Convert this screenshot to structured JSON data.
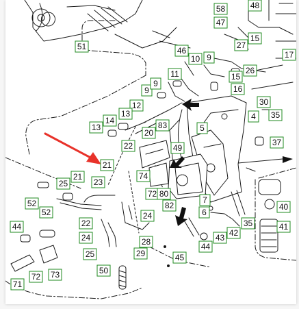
{
  "colors": {
    "label_border": "#1f8a1f",
    "label_fill": "#ffffff",
    "label_text": "#111111",
    "pointer_arrow": "#e8322a",
    "line_art": "#1a1a1a"
  },
  "labels": [
    {
      "text": "58"
    },
    {
      "text": "48"
    },
    {
      "text": "47"
    },
    {
      "text": "51"
    },
    {
      "text": "15"
    },
    {
      "text": "27"
    },
    {
      "text": "46"
    },
    {
      "text": "17"
    },
    {
      "text": "10"
    },
    {
      "text": "9"
    },
    {
      "text": "15"
    },
    {
      "text": "26"
    },
    {
      "text": "11"
    },
    {
      "text": "16"
    },
    {
      "text": "9"
    },
    {
      "text": "9"
    },
    {
      "text": "12"
    },
    {
      "text": "30"
    },
    {
      "text": "13"
    },
    {
      "text": "14"
    },
    {
      "text": "35"
    },
    {
      "text": "4"
    },
    {
      "text": "83"
    },
    {
      "text": "13"
    },
    {
      "text": "20"
    },
    {
      "text": "5"
    },
    {
      "text": "22"
    },
    {
      "text": "37"
    },
    {
      "text": "49"
    },
    {
      "text": "21"
    },
    {
      "text": "74"
    },
    {
      "text": "25"
    },
    {
      "text": "21"
    },
    {
      "text": "23"
    },
    {
      "text": "72"
    },
    {
      "text": "80"
    },
    {
      "text": "52"
    },
    {
      "text": "82"
    },
    {
      "text": "40"
    },
    {
      "text": "7"
    },
    {
      "text": "52"
    },
    {
      "text": "6"
    },
    {
      "text": "24"
    },
    {
      "text": "22"
    },
    {
      "text": "35"
    },
    {
      "text": "41"
    },
    {
      "text": "44"
    },
    {
      "text": "24"
    },
    {
      "text": "28"
    },
    {
      "text": "42"
    },
    {
      "text": "43"
    },
    {
      "text": "44"
    },
    {
      "text": "29"
    },
    {
      "text": "25"
    },
    {
      "text": "45"
    },
    {
      "text": "50"
    },
    {
      "text": "72"
    },
    {
      "text": "73"
    },
    {
      "text": "71"
    }
  ]
}
